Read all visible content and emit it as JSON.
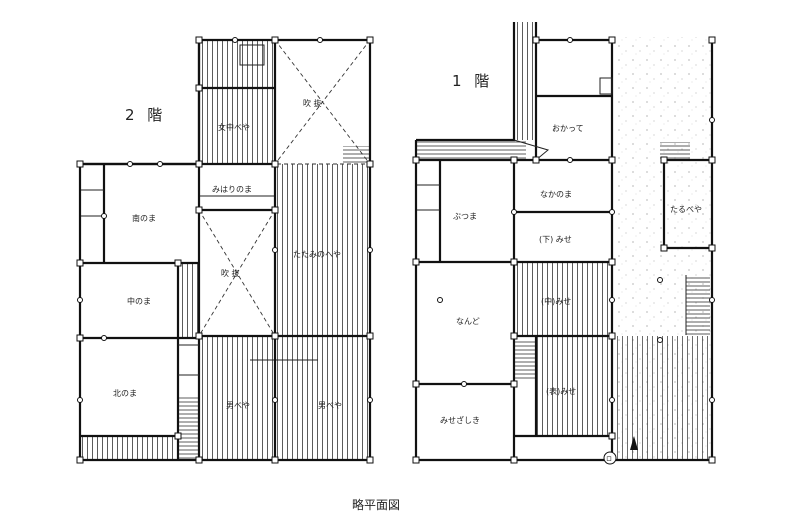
{
  "labels": {
    "floor2": "2 階",
    "floor1": "1 階",
    "caption": "略平面図",
    "marker": "ロ"
  },
  "rooms_floor2": {
    "onnabeya": "女中べや",
    "fukinuke_top": "吹 抜",
    "mihari": "みはりのま",
    "minami": "南のま",
    "fukinuke_mid": "吹 抜",
    "tatami": "たたみのへや",
    "naka": "中のま",
    "kita": "北のま",
    "otoko_left": "男べや",
    "otoko_right": "男べや"
  },
  "rooms_floor1": {
    "okatte": "おかって",
    "naka": "なかのま",
    "butsuma": "ぶつま",
    "shita_mise": "(下) みせ",
    "tarubeya": "たるべや",
    "naka_mise": "(中)みせ",
    "nando": "なんど",
    "kami_mise": "(表)みせ",
    "misezashiki": "みせざしき"
  },
  "colors": {
    "line": "#111111",
    "paper": "#ffffff"
  }
}
